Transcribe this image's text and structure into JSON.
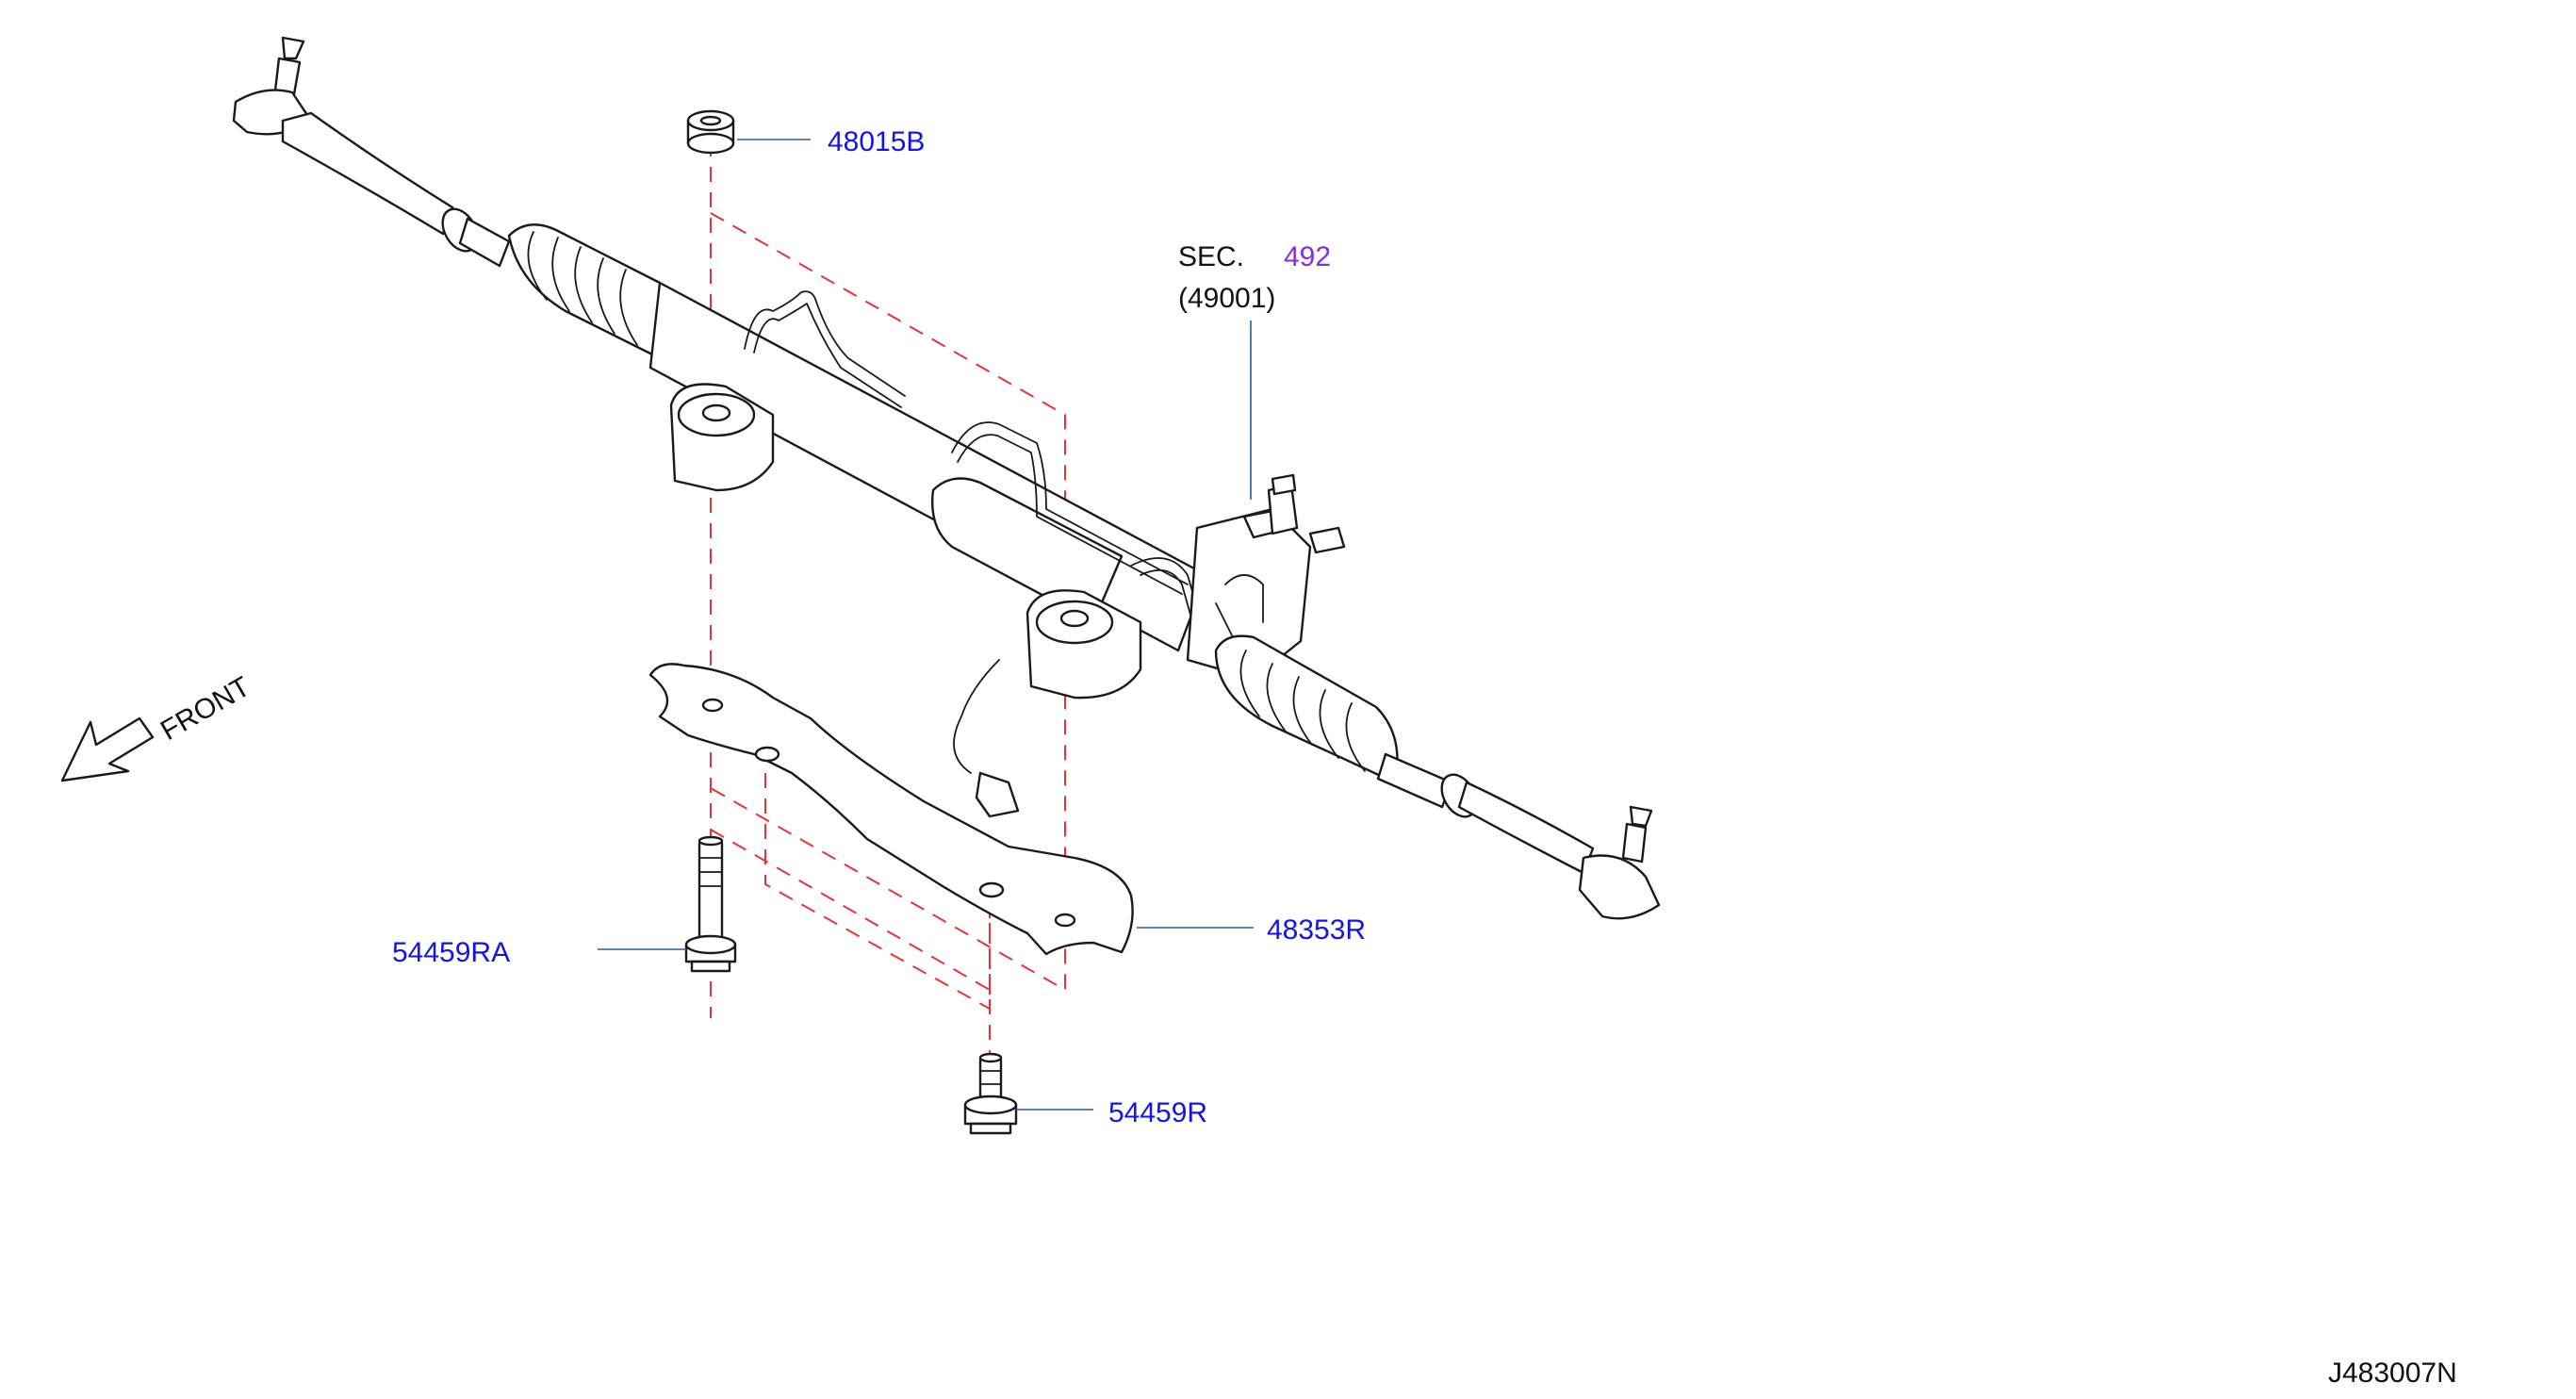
{
  "colors": {
    "part_label": "#1414e6",
    "section_ref": "#8a2be2",
    "text": "#111111",
    "leader_line": "#2a5aa8",
    "dashed_line": "#e8323a",
    "outline": "#1a1a1a"
  },
  "labels": {
    "nut": "48015B",
    "section_prefix": "SEC.",
    "section_number": "492",
    "section_part": "(49001)",
    "bracket": "48353R",
    "long_bolt": "54459RA",
    "short_bolt": "54459R",
    "front": "FRONT",
    "diagram_code": "J483007N"
  },
  "icons": {
    "front_arrow": "front-arrow-icon"
  }
}
